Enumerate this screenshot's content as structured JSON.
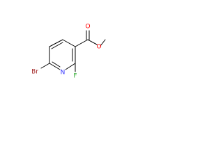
{
  "molecule": {
    "atoms": {
      "n1": "N",
      "f1": "F",
      "br1": "Br",
      "o1": "O",
      "o2": "O"
    }
  },
  "colors": {
    "carbon": "#000000",
    "nitrogen": "#3333ff",
    "oxygen": "#ff0000",
    "fluorine": "#2eaa2e",
    "bromine": "#a52a2a"
  }
}
